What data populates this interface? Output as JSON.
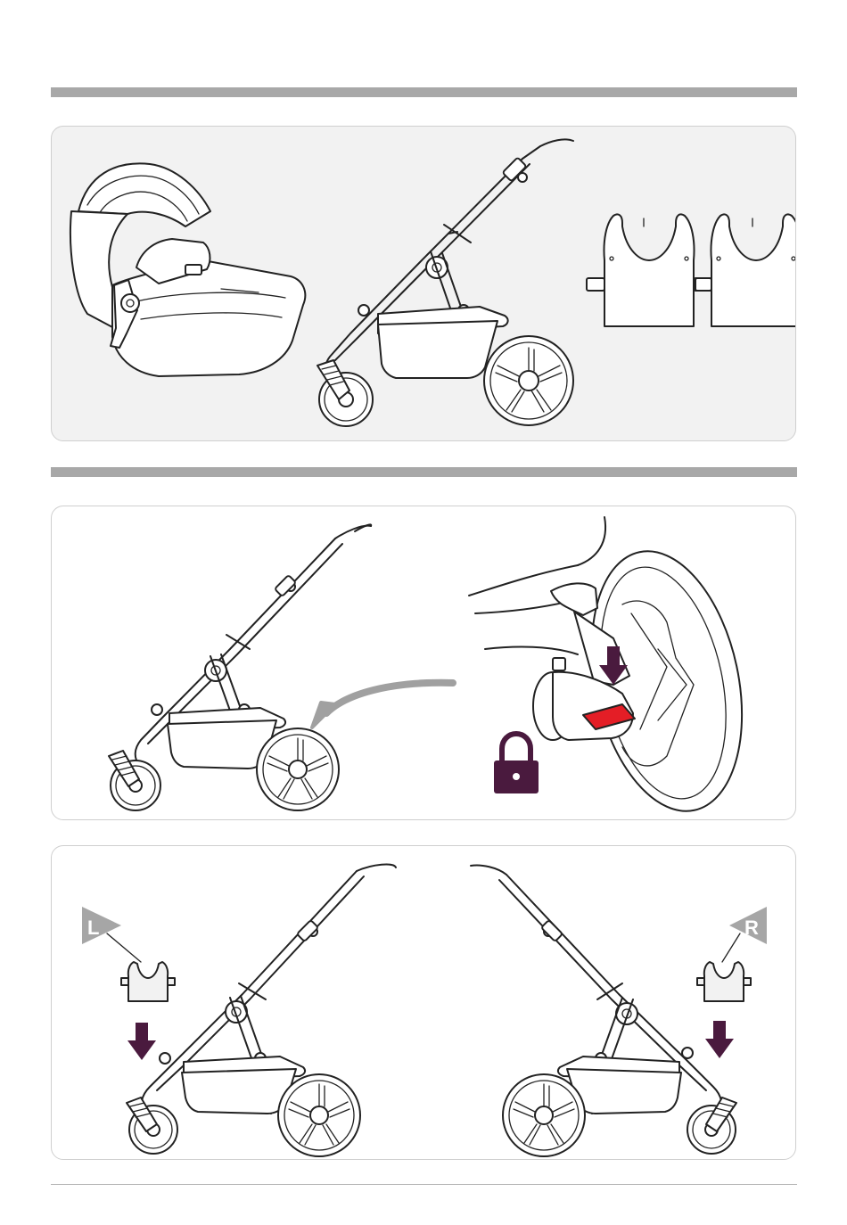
{
  "figure": {
    "step1": {
      "items": [
        "carrycot-illustration",
        "stroller-frame-illustration",
        "adapter-left",
        "adapter-right"
      ]
    },
    "step2": {
      "items": [
        "stroller-frame-illustration",
        "rear-wheel-brake-closeup",
        "lock-icon"
      ]
    },
    "step3": {
      "badges": {
        "left": "L",
        "right": "R"
      }
    }
  },
  "colors": {
    "section_bar": "#a8a8a8",
    "panel_bg": "#f2f2f2",
    "arrow": "#4a1a3e",
    "brake_pedal": "#e41e26",
    "badge": "#a6a6a6",
    "gray_arrow": "#a0a0a0"
  }
}
